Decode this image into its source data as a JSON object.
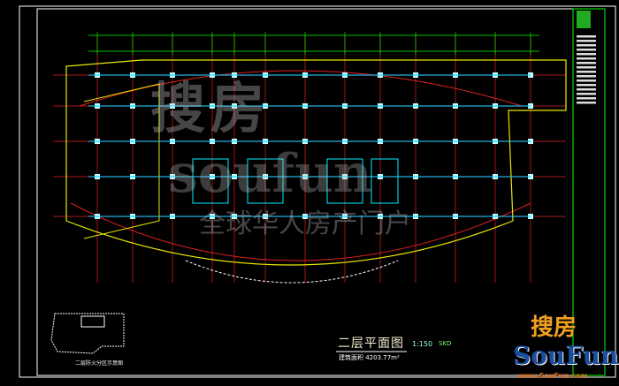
{
  "drawing": {
    "title": "二层平面图",
    "scale": "1:150",
    "code": "SKD",
    "area_note": "建筑面积 4203.77m²",
    "key_plan_label": "二层防火分区示意图"
  },
  "watermark": {
    "cn": "搜房",
    "en": "soufun",
    "slogan": "全球华人房产门户"
  },
  "logo": {
    "cn": "搜房",
    "en": "SouFun",
    "url": "www.SouFun.com"
  },
  "colors": {
    "background": "#000000",
    "columns": "#00e5ff",
    "axes": "#ff2020",
    "walls": "#e8e800",
    "frame": "#ffffff",
    "green": "#00ff40"
  }
}
